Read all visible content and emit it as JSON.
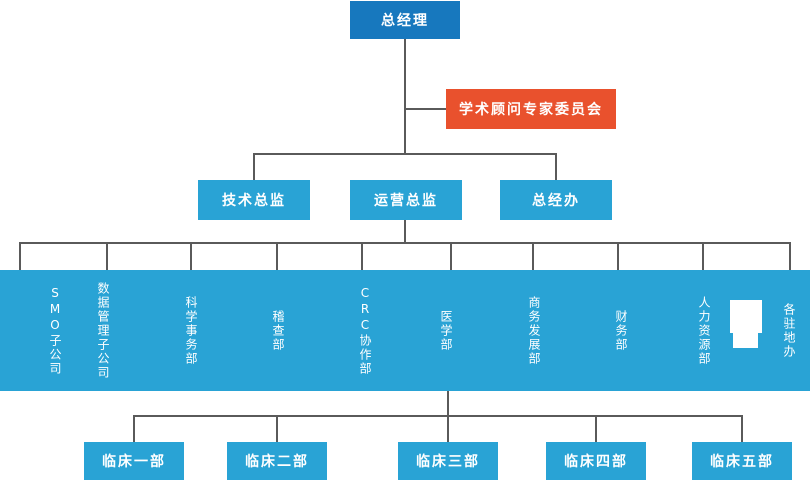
{
  "org": {
    "general_manager": "总经理",
    "advisory_committee": "学术顾问专家委员会",
    "directors": {
      "technical": "技术总监",
      "operations": "运营总监",
      "gm_office": "总经办"
    },
    "departments": [
      "SMO子公司",
      "数据管理子公司",
      "科学事务部",
      "稽查部",
      "CRC协作部",
      "医学部",
      "商务发展部",
      "财务部",
      "人力资源部",
      "各驻地办"
    ],
    "clinical_departments": [
      "临床一部",
      "临床二部",
      "临床三部",
      "临床四部",
      "临床五部"
    ]
  },
  "colors": {
    "primary_blue": "#1778be",
    "light_blue": "#29a3d5",
    "accent_orange": "#e9512d",
    "connector_gray": "#5a5a5a",
    "text_white": "#ffffff"
  }
}
